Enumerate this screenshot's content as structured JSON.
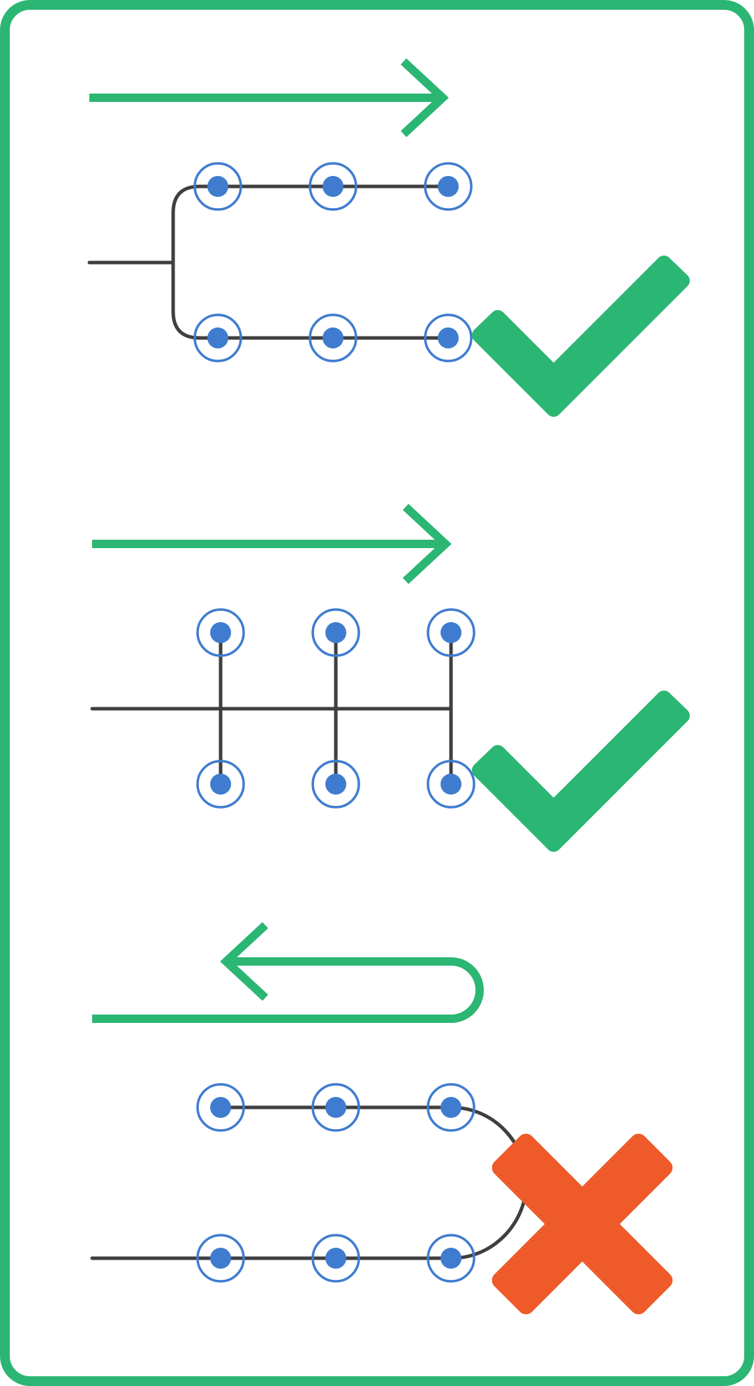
{
  "colors": {
    "frame": "#2bb673",
    "arrow": "#2bb673",
    "check": "#2bb673",
    "cross": "#ee5a2a",
    "wire": "#3f3f3f",
    "node_ring": "#3f7ccf",
    "node_dot": "#3f7ccf"
  },
  "panels": [
    {
      "id": "correct-parallel-rows",
      "direction": "left-to-right",
      "verdict": "correct",
      "verdict_icon": "checkmark-icon",
      "nodes_per_row": 3,
      "rows": 2
    },
    {
      "id": "correct-vertical-branches",
      "direction": "left-to-right",
      "verdict": "correct",
      "verdict_icon": "checkmark-icon",
      "nodes_per_row": 3,
      "rows": 2
    },
    {
      "id": "incorrect-u-turn",
      "direction": "u-turn",
      "verdict": "incorrect",
      "verdict_icon": "cross-icon",
      "nodes_per_row": 3,
      "rows": 2
    }
  ]
}
